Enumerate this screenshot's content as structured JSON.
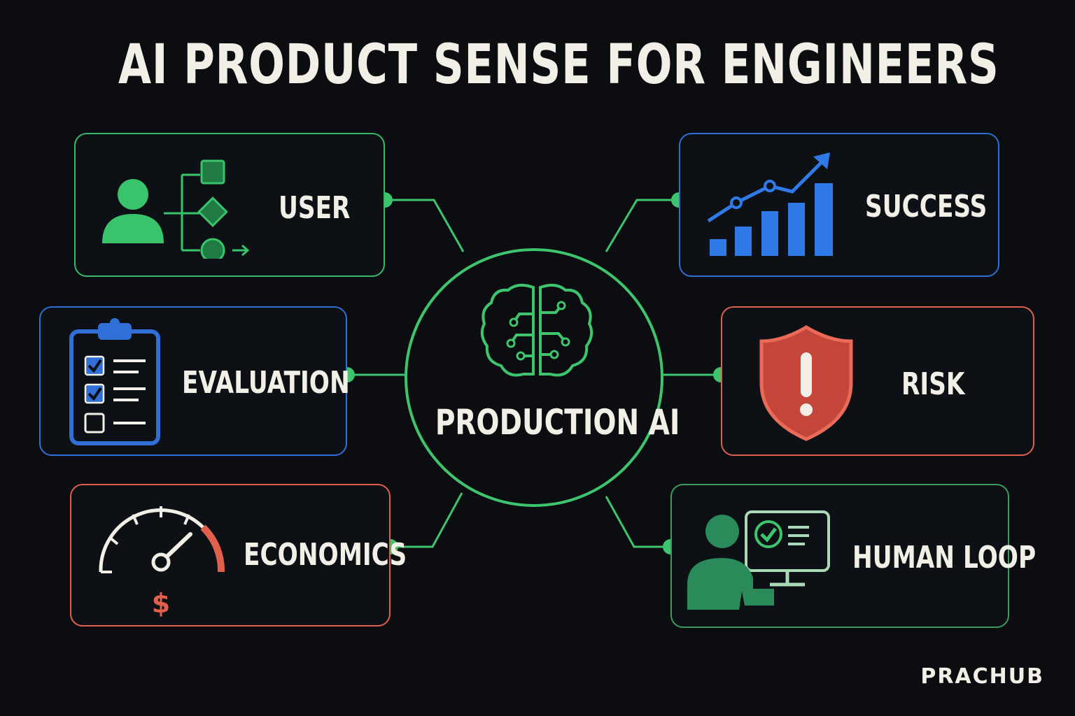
{
  "title": "AI PRODUCT SENSE FOR ENGINEERS",
  "hub": {
    "label": "PRODUCTION AI",
    "icon": "brain-circuit-icon"
  },
  "cards": {
    "user": {
      "label": "USER",
      "icon": "user-flow-icon"
    },
    "evaluation": {
      "label": "EVALUATION",
      "icon": "checklist-clipboard-icon"
    },
    "economics": {
      "label": "ECONOMICS",
      "icon": "gauge-dollar-icon"
    },
    "success": {
      "label": "SUCCESS",
      "icon": "bar-chart-trend-icon"
    },
    "risk": {
      "label": "RISK",
      "icon": "warning-shield-icon"
    },
    "human_loop": {
      "label": "HUMAN LOOP",
      "icon": "person-monitor-check-icon"
    }
  },
  "brand": "PRACHUB",
  "colors": {
    "background": "#0b0d10",
    "green": "#39b86a",
    "blue": "#2f6fd6",
    "red": "#e0604e",
    "text": "#f2efe6"
  }
}
